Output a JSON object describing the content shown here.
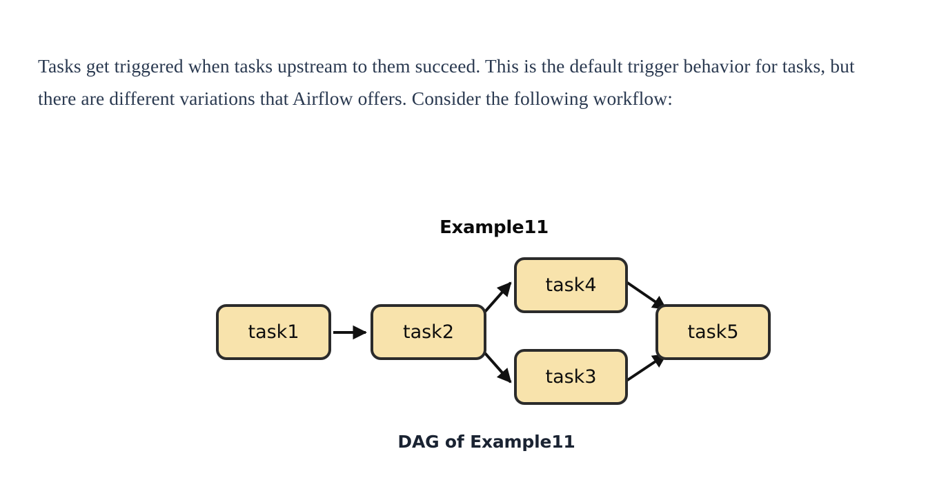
{
  "article": {
    "paragraph": "Tasks get triggered when tasks upstream to them succeed. This is the default trigger behavior for tasks, but there are different variations that Airflow offers. Consider the following workflow:"
  },
  "diagram": {
    "title": "Example11",
    "caption": "DAG of Example11",
    "type": "dag",
    "colors": {
      "node_fill": "#f8e3ac",
      "node_border": "#2b2b2b",
      "node_label": "#0d0d0d",
      "edge": "#111111",
      "title": "#0a0a0a",
      "caption": "#1a2332",
      "paragraph": "#2a3950",
      "background": "#ffffff"
    },
    "nodes": [
      {
        "id": "task1",
        "label": "task1"
      },
      {
        "id": "task2",
        "label": "task2"
      },
      {
        "id": "task4",
        "label": "task4"
      },
      {
        "id": "task3",
        "label": "task3"
      },
      {
        "id": "task5",
        "label": "task5"
      }
    ],
    "edges": [
      {
        "from": "task1",
        "to": "task2"
      },
      {
        "from": "task2",
        "to": "task4"
      },
      {
        "from": "task2",
        "to": "task3"
      },
      {
        "from": "task4",
        "to": "task5"
      },
      {
        "from": "task3",
        "to": "task5"
      }
    ]
  }
}
